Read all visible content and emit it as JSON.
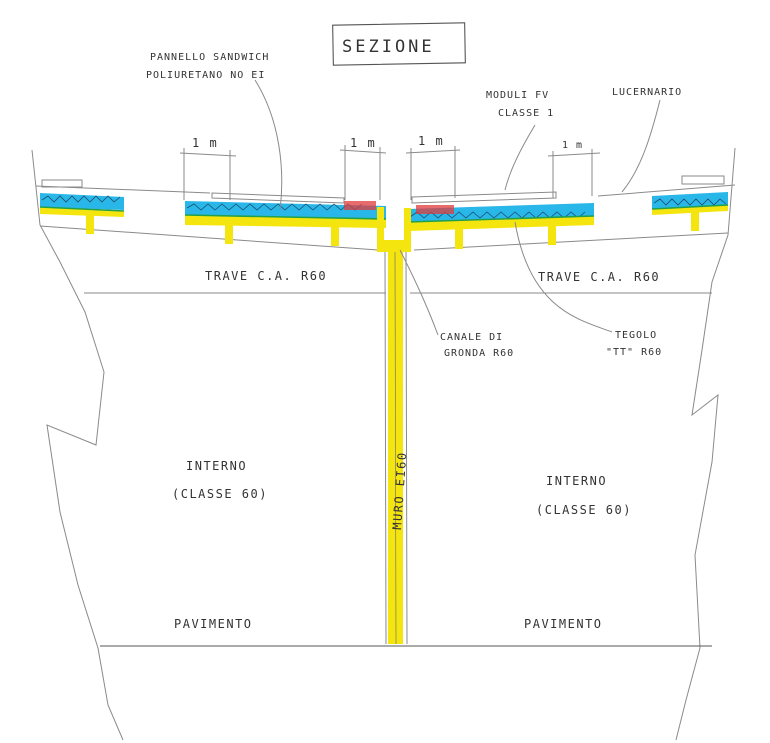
{
  "title": "SEZIONE",
  "labels": {
    "panel_line1": "PANNELLO SANDWICH",
    "panel_line2": "POLIURETANO NO EI",
    "pv_line1": "MODULI FV",
    "pv_line2": "CLASSE 1",
    "skylight": "LUCERNARIO",
    "dim_1": "1 m",
    "dim_2": "1 m",
    "dim_3": "1 m",
    "dim_4": "1 m",
    "beam_left": "TRAVE C.A. R60",
    "beam_right": "TRAVE C.A. R60",
    "gutter_line1": "CANALE DI",
    "gutter_line2": "GRONDA R60",
    "tile_line1": "TEGOLO",
    "tile_line2": "\"TT\" R60",
    "wall": "MURO EI60",
    "interior_left_1": "INTERNO",
    "interior_left_2": "(CLASSE 60)",
    "interior_right_1": "INTERNO",
    "interior_right_2": "(CLASSE 60)",
    "floor_left": "PAVIMENTO",
    "floor_right": "PAVIMENTO"
  },
  "colors": {
    "concrete": "#f5e50e",
    "insulation": "#29b6e8",
    "membrane": "#23a04a",
    "fire_strip": "#e23b3b",
    "pencil": "#8a8a8a",
    "ink": "#333333"
  }
}
